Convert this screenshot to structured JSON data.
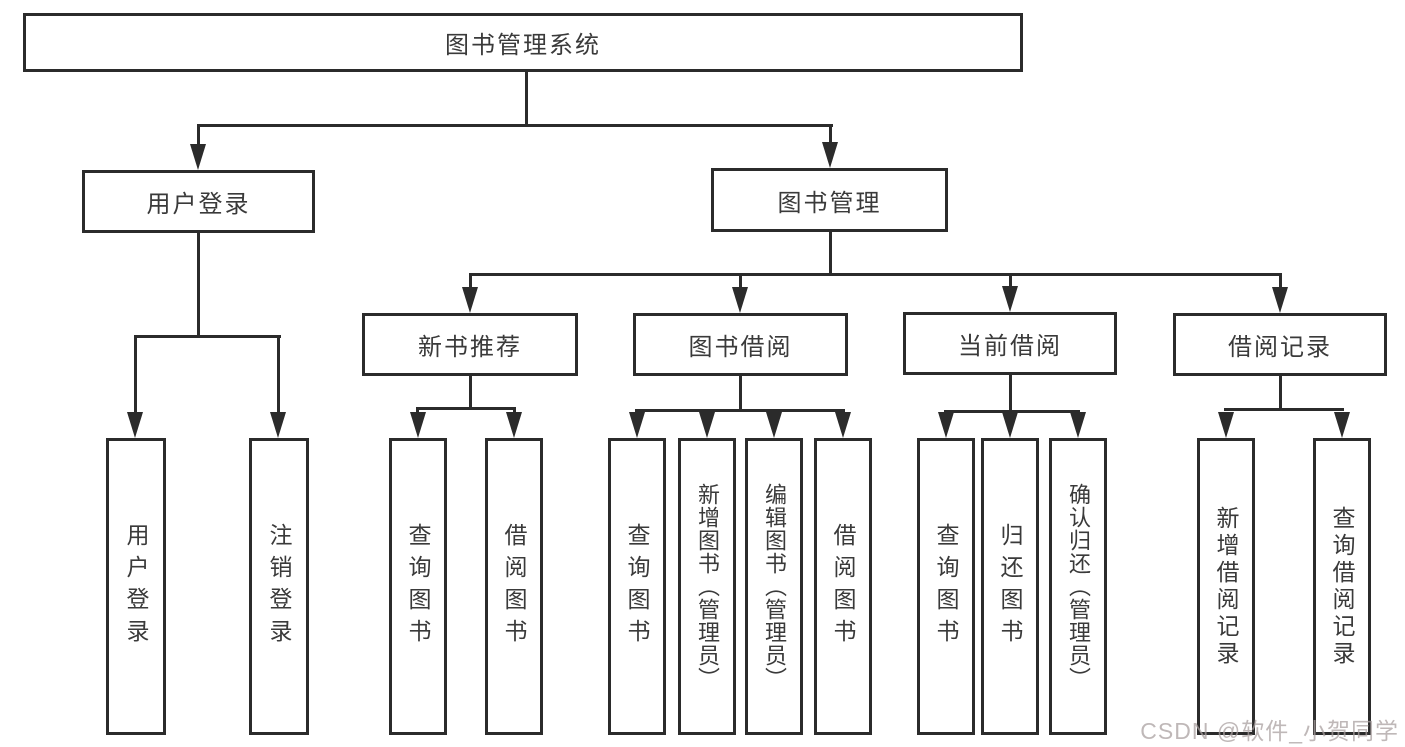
{
  "diagram": {
    "title": "图书管理系统",
    "user_branch": {
      "label": "用户登录",
      "leaves": [
        "用户登录",
        "注销登录"
      ]
    },
    "mgmt_branch": {
      "label": "图书管理",
      "sections": {
        "new_books": {
          "label": "新书推荐",
          "leaves": [
            "查询图书",
            "借阅图书"
          ]
        },
        "borrowing": {
          "label": "图书借阅",
          "leaves": [
            "查询图书",
            "新增图书（管理员）",
            "编辑图书（管理员）",
            "借阅图书"
          ]
        },
        "current": {
          "label": "当前借阅",
          "leaves": [
            "查询图书",
            "归还图书",
            "确认归还（管理员）"
          ]
        },
        "records": {
          "label": "借阅记录",
          "leaves": [
            "新增借阅记录",
            "查询借阅记录"
          ]
        }
      }
    }
  },
  "watermark": "CSDN @软件_小贺同学",
  "colors": {
    "line": "#2b2b2b",
    "text": "#3a3a3a",
    "background": "#ffffff",
    "watermark": "#aaa0a0"
  }
}
